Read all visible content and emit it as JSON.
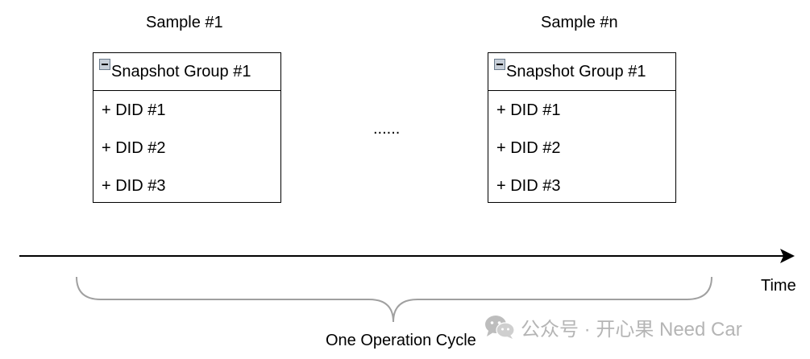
{
  "samples": [
    {
      "label": "Sample #1",
      "group_title": "Snapshot Group #1",
      "items": [
        "+ DID #1",
        "+ DID #2",
        "+ DID #3"
      ]
    },
    {
      "label": "Sample #n",
      "group_title": "Snapshot Group #1",
      "items": [
        "+ DID #1",
        "+ DID #2",
        "+ DID #3"
      ]
    }
  ],
  "ellipsis": "......",
  "axis": {
    "label": "Time"
  },
  "brace": {
    "label": "One Operation Cycle"
  },
  "watermark": {
    "text": "公众号 · 开心果 Need Car",
    "icon": "wechat-icon"
  },
  "colors": {
    "line": "#000000",
    "brace": "#a0a0a0",
    "watermark": "#b5b5b5",
    "icon_fill": "#c7cfd9"
  }
}
